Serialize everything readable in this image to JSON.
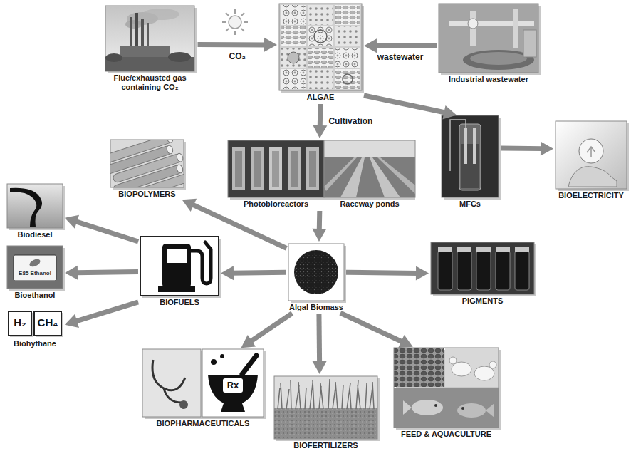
{
  "diagram": {
    "nodes": [
      {
        "text": [
          "Flue/exhausted gas containing CO₂"
        ]
      },
      {
        "text": [
          "ALGAE"
        ]
      },
      {
        "text": [
          "Industrial wastewater"
        ]
      },
      {
        "text": [
          "BIOPOLYMERS"
        ]
      },
      {
        "text": [
          "Photobioreactors",
          "Raceway ponds"
        ]
      },
      {
        "text": [
          "MFCs"
        ]
      },
      {
        "text": [
          "BIOELECTRICITY"
        ]
      },
      {
        "text": [
          "Biodiesel"
        ]
      },
      {
        "text": [
          "BIOFUELS"
        ]
      },
      {
        "text": [
          "Algal Biomass"
        ]
      },
      {
        "text": [
          "PIGMENTS"
        ]
      },
      {
        "text": [
          "Bioethanol"
        ]
      },
      {
        "text": [
          "Biohythane"
        ]
      },
      {
        "text": [
          "BIOPHARMACEUTICALS"
        ]
      },
      {
        "text": [
          "BIOFERTILIZERS"
        ]
      },
      {
        "text": [
          "FEED & AQUACULTURE"
        ]
      }
    ],
    "edges": [
      {
        "from": 0,
        "to": 1,
        "arrow": "to",
        "label": "CO₂"
      },
      {
        "from": 2,
        "to": 1,
        "arrow": "to",
        "label": "wastewater"
      },
      {
        "from": 1,
        "to": 4,
        "arrow": "to",
        "label": "Cultivation"
      },
      {
        "from": 1,
        "to": 5,
        "arrow": "to"
      },
      {
        "from": 5,
        "to": 6,
        "arrow": "to"
      },
      {
        "from": 4,
        "to": 9,
        "arrow": "to"
      },
      {
        "from": 9,
        "to": 3,
        "arrow": "to"
      },
      {
        "from": 9,
        "to": 8,
        "arrow": "to"
      },
      {
        "from": 9,
        "to": 10,
        "arrow": "to"
      },
      {
        "from": 9,
        "to": 13,
        "arrow": "to"
      },
      {
        "from": 9,
        "to": 14,
        "arrow": "to"
      },
      {
        "from": 9,
        "to": 15,
        "arrow": "to"
      },
      {
        "from": 8,
        "to": 7,
        "arrow": "to"
      },
      {
        "from": 8,
        "to": 11,
        "arrow": "to"
      },
      {
        "from": 8,
        "to": 12,
        "arrow": "to"
      }
    ],
    "labels": [
      "E85 Ethanol",
      "Rx",
      "H₂",
      "CH₄"
    ]
  }
}
